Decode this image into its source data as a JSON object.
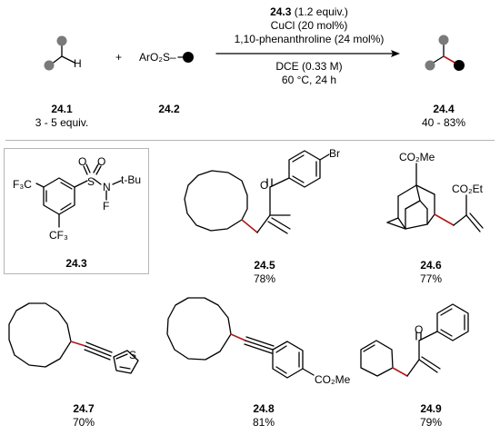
{
  "reaction": {
    "reagent_cmpd": "24.3",
    "reagent_amount": " (1.2 equiv.)",
    "catalyst": "CuCl (20 mol%)",
    "ligand": "1,10-phenanthroline (24 mol%)",
    "solvent": "DCE (0.33 M)",
    "conditions": "60 °C, 24 h",
    "plus": "+",
    "sulfonyl": "ArO₂S–",
    "h_label": "H",
    "reactant1": {
      "id": "24.1",
      "equiv": "3 - 5 equiv."
    },
    "reactant2": {
      "id": "24.2"
    },
    "product": {
      "id": "24.4",
      "yield": "40 - 83%"
    }
  },
  "compounds": [
    {
      "id": "24.3"
    },
    {
      "id": "24.5",
      "yield": "78%"
    },
    {
      "id": "24.6",
      "yield": "77%"
    },
    {
      "id": "24.7",
      "yield": "70%"
    },
    {
      "id": "24.8",
      "yield": "81%"
    },
    {
      "id": "24.9",
      "yield": "79%"
    }
  ],
  "atoms": {
    "f3c": "F₃C",
    "cf3": "CF₃",
    "s": "S",
    "o1": "O",
    "o2": "O",
    "n": "N",
    "tbu": "t-Bu",
    "f": "F",
    "br": "Br",
    "o_ketone1": "O",
    "co2me_top": "CO₂Me",
    "co2et": "CO₂Et",
    "s_thiophene": "S",
    "co2me_ring": "CO₂Me",
    "o_ketone2": "O"
  },
  "colors": {
    "red_bond": "#b01818",
    "grey_atom": "#7a7a7a",
    "black_atom": "#000000",
    "divider": "#b5b5b5"
  }
}
